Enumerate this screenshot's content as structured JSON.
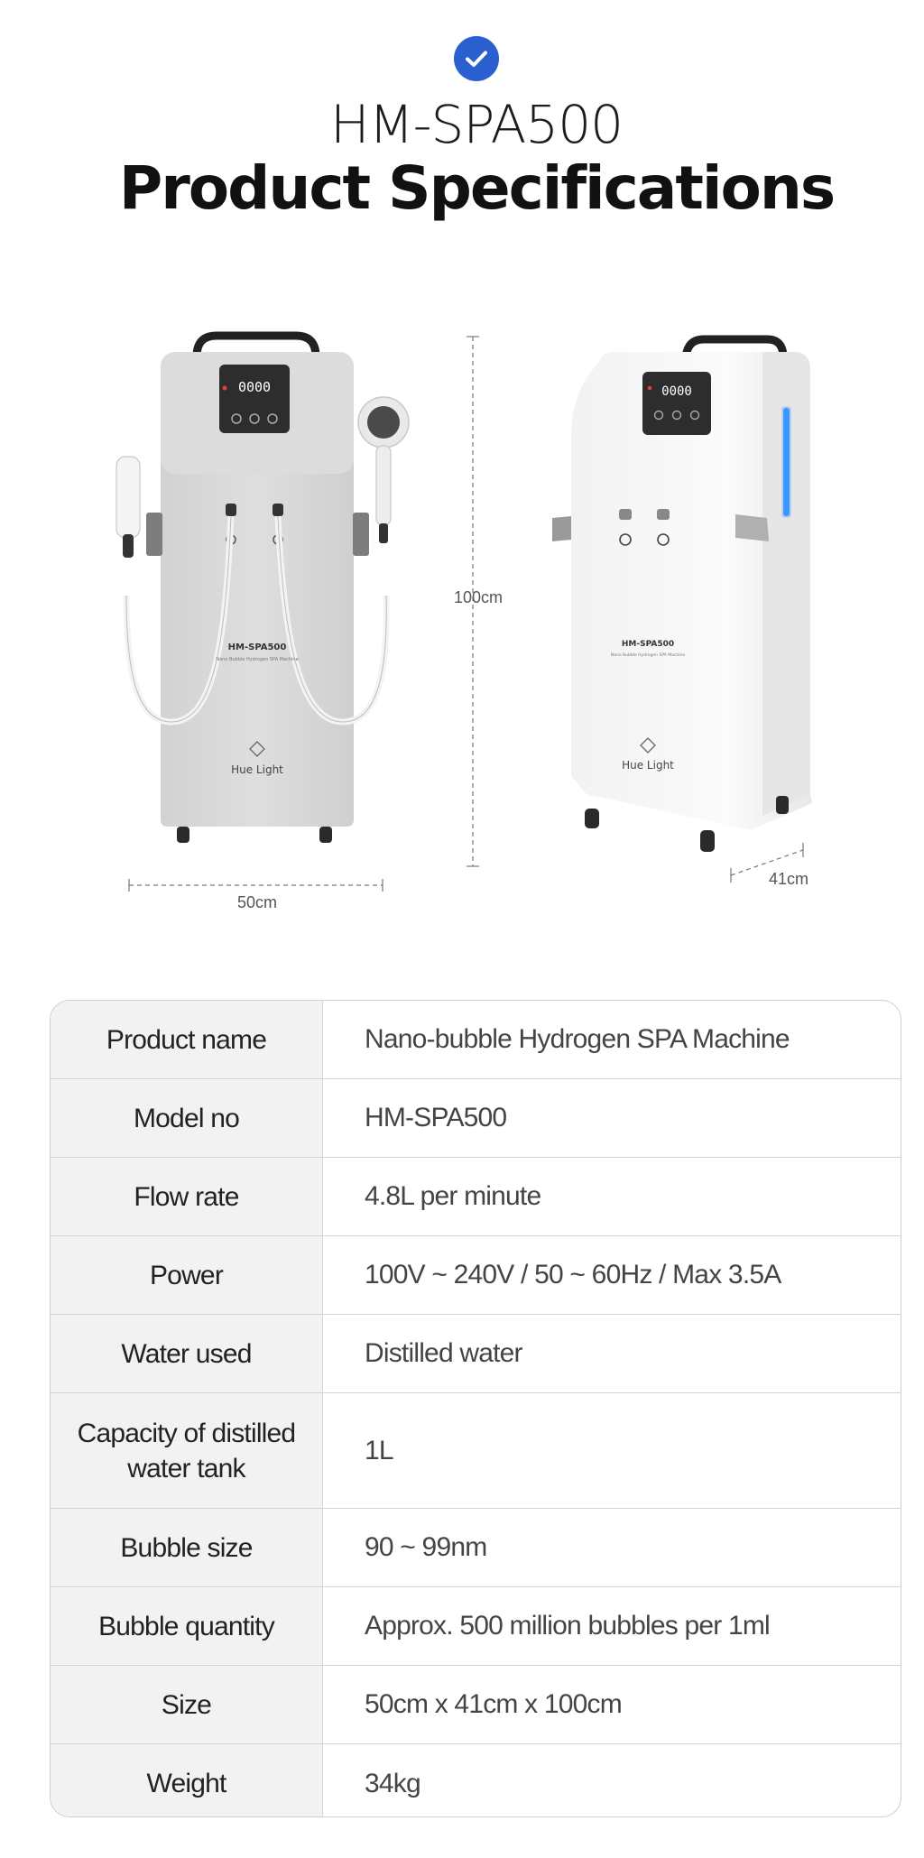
{
  "header": {
    "model": "HM-SPA500",
    "title": "Product Specifications",
    "accent_color": "#2a5fd0"
  },
  "figure": {
    "width_label": "50cm",
    "height_label": "100cm",
    "depth_label": "41cm",
    "device_model_text": "HM-SPA500",
    "device_subtext": "Nano Bubble Hydrogen SPA Machine",
    "brand": "Hue Light",
    "display_readout": "0000"
  },
  "specs": [
    {
      "label": "Product name",
      "value": "Nano-bubble Hydrogen SPA Machine"
    },
    {
      "label": "Model no",
      "value": "HM-SPA500"
    },
    {
      "label": "Flow rate",
      "value": "4.8L per minute"
    },
    {
      "label": "Power",
      "value": "100V ~ 240V / 50 ~ 60Hz / Max 3.5A"
    },
    {
      "label": "Water used",
      "value": "Distilled water"
    },
    {
      "label": "Capacity of distilled water tank",
      "value": "1L"
    },
    {
      "label": "Bubble size",
      "value": "90 ~ 99nm"
    },
    {
      "label": "Bubble quantity",
      "value": "Approx. 500 million bubbles per 1ml"
    },
    {
      "label": "Size",
      "value": "50cm x 41cm x 100cm"
    },
    {
      "label": "Weight",
      "value": "34kg"
    }
  ]
}
